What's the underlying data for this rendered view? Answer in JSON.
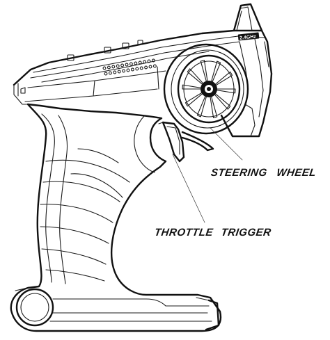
{
  "diagram": {
    "labels": {
      "steering_wheel": "STEERING  WHEEL",
      "throttle_trigger": "THROTTLE  TRIGGER",
      "frequency_badge": "2.4GHz"
    }
  }
}
